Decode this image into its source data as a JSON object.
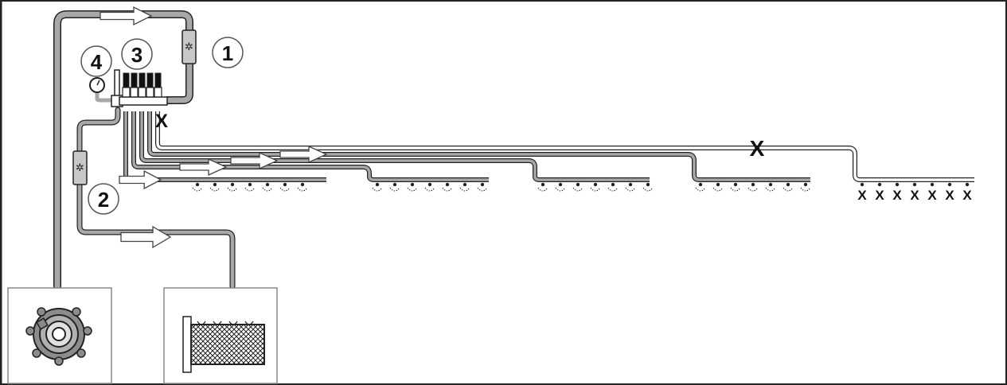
{
  "diagram": {
    "callouts": [
      {
        "id": "c1",
        "label": "1"
      },
      {
        "id": "c2",
        "label": "2"
      },
      {
        "id": "c3",
        "label": "3"
      },
      {
        "id": "c4",
        "label": "4"
      }
    ],
    "closed_markers": {
      "valve": "X",
      "line": "X",
      "boom_end": "X"
    },
    "section_count": 5,
    "nozzles_per_section": 7,
    "colors": {
      "pipe_grey": "#a8a8a8",
      "outline": "#222222",
      "background": "#ffffff",
      "arrow_fill": "#ffffff"
    },
    "icons": [
      "pump-icon",
      "tank-filter-icon",
      "filter-icon",
      "pressure-gauge-icon",
      "distribution-valve-icon",
      "flow-arrow-icon",
      "nozzle-icon"
    ]
  }
}
